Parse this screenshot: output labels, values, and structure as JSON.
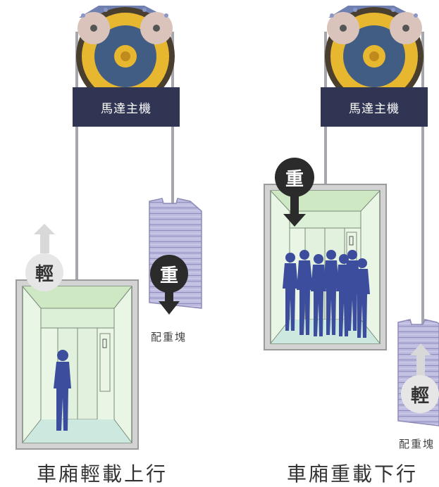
{
  "left": {
    "motor_label": "馬達主機",
    "car_badge": "輕",
    "counterweight_badge": "重",
    "counterweight_label": "配重塊",
    "caption": "車廂輕載上行"
  },
  "right": {
    "motor_label": "馬達主機",
    "car_badge": "重",
    "counterweight_badge": "輕",
    "counterweight_label": "配重塊",
    "caption": "車廂重載下行"
  },
  "colors": {
    "motor_band": "#2f3552",
    "wheel_gold": "#e7b730",
    "wheel_blue": "#425d84",
    "wheel_dark": "#4a3f2e",
    "pulley": "#d9c3bb",
    "rope": "#a5a7ad",
    "counterweight": "#bdbbe0",
    "car_frame": "#cfcfcf",
    "car_interior": "#e8f5e4",
    "person": "#3b4d9c",
    "arrow_light": "#d8d8d8",
    "arrow_dark": "#2b2b2b"
  }
}
